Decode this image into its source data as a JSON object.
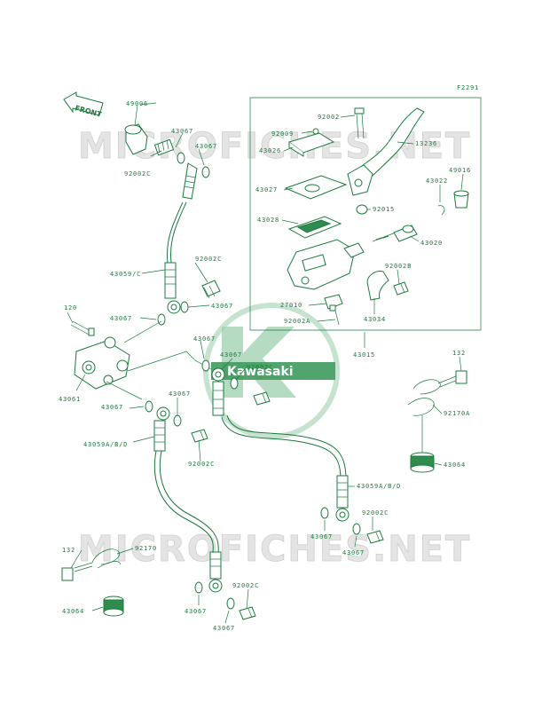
{
  "figure_code": "F2291",
  "front_label": "FRONT",
  "watermark_text": "MICROFICHES.NET",
  "brand_text": "Kawasaki",
  "colors": {
    "line": "#1b7a3c",
    "watermark": "#e4e4e4",
    "logo": "#9ccfad"
  },
  "labels": {
    "p49006": "49006",
    "p43067_a": "43067",
    "p43067_b": "43067",
    "p92002c_a": "92002C",
    "p43059c": "43059/C",
    "p92002c_b": "92002C",
    "p43067_c": "43067",
    "p120": "120",
    "p43067_d": "43067",
    "p43067_e": "43067",
    "p43061": "43061",
    "p43067_f": "43067",
    "p43067_g": "43067",
    "p92002c_c": "92002C",
    "p43067_h": "43067",
    "p43059abd_a": "43059A/B/D",
    "p92002c_d": "92002C",
    "p92002": "92002",
    "p92009": "92009",
    "p13236": "13236",
    "p43026": "43026",
    "p49016": "49016",
    "p43022": "43022",
    "p43027": "43027",
    "p92015": "92015",
    "p43028": "43028",
    "p43020": "43020",
    "p92002b": "92002B",
    "p27010": "27010",
    "p92002a": "92002A",
    "p43034": "43034",
    "p43015": "43015",
    "p132_a": "132",
    "p92170a": "92170A",
    "p43064_a": "43064",
    "p43059abd_b": "43059A/B/D",
    "p92002c_e": "92002C",
    "p43067_i": "43067",
    "p43067_j": "43067",
    "p132_b": "132",
    "p92170": "92170",
    "p43064_b": "43064",
    "p92002c_f": "92002C",
    "p43067_k": "43067",
    "p43067_l": "43067"
  }
}
